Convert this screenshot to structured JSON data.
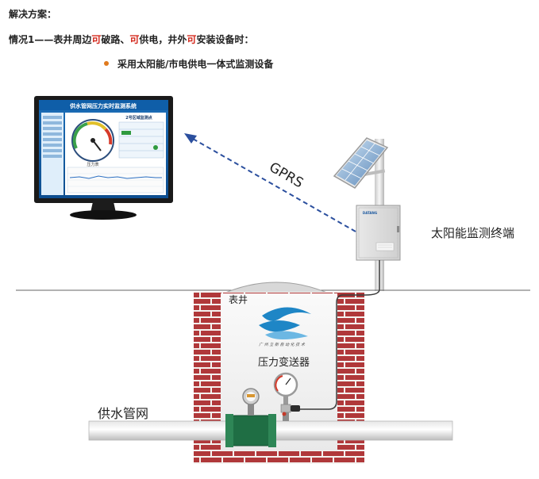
{
  "header": {
    "title": "解决方案：",
    "case_prefix": "情况1——表井周边",
    "case_hl1": "可",
    "case_mid1": "破路、",
    "case_hl2": "可",
    "case_mid2": "供电，井外",
    "case_hl3": "可",
    "case_suffix": "安装设备时：",
    "bullet": "采用太阳能/市电供电一体式监测设备"
  },
  "monitor": {
    "title": "供水管网压力实时监测系统",
    "panel_title": "2号区域监测点",
    "gauge_label": "压力表"
  },
  "labels": {
    "gprs": "GPRS",
    "solar_terminal": "太阳能监测终端",
    "well": "表井",
    "transmitter": "压力变送器",
    "pipe_network": "供水管网",
    "logo_caption": "广 州 立 新 自 动 化 技 术",
    "box_brand": "DATANG"
  },
  "colors": {
    "accent_red": "#d42a1e",
    "bullet_orange": "#e07a1e",
    "gprs_blue": "#2b4f9e",
    "brick_red": "#b0383a",
    "logo_blue": "#1e86c6"
  }
}
